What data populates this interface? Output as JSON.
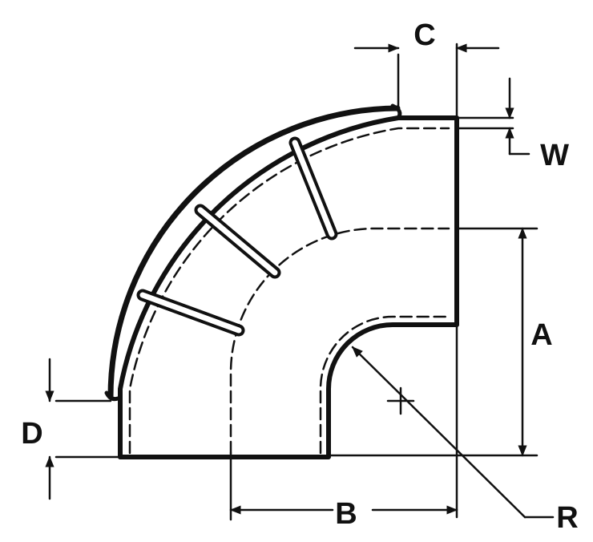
{
  "diagram": {
    "labels": {
      "a": "A",
      "b": "B",
      "c": "C",
      "d": "D",
      "r": "R",
      "w": "W"
    },
    "colors": {
      "ink": "#111111",
      "background": "#ffffff"
    }
  }
}
